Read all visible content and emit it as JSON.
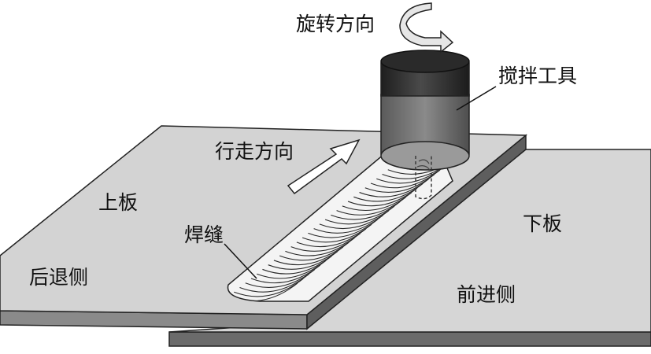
{
  "labels": {
    "rotation_direction": "旋转方向",
    "stir_tool": "搅拌工具",
    "travel_direction": "行走方向",
    "upper_plate": "上板",
    "lower_plate": "下板",
    "weld_seam": "焊缝",
    "retreating_side": "后退侧",
    "advancing_side": "前进侧"
  },
  "colors": {
    "plate_top": "#d4d4d4",
    "plate_edge": "#6e6e6e",
    "tool_body": "#3a3a3a",
    "weld_fill": "#f5f5f5",
    "outline": "#222222"
  }
}
